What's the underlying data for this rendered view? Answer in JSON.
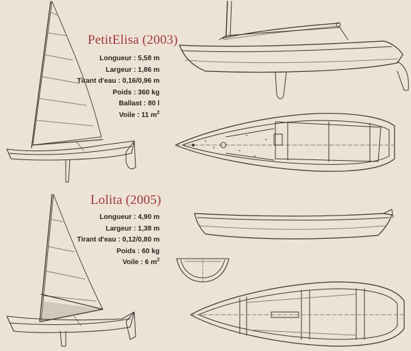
{
  "colors": {
    "background": "#ece3d6",
    "title": "#a0363a",
    "text": "#2a2420",
    "line": "#3a3530",
    "sail_panel": "#a29585"
  },
  "boats": [
    {
      "title": "PetitElisa (2003)",
      "specs": [
        {
          "label": "Longueur",
          "value": "5,58 m"
        },
        {
          "label": "Largeur",
          "value": "1,86 m"
        },
        {
          "label": "Tirant d'eau",
          "value": "0,16/0,96 m"
        },
        {
          "label": "Poids",
          "value": "360 kg"
        },
        {
          "label": "Ballast",
          "value": "80 l"
        },
        {
          "label": "Voile",
          "value": "11 m",
          "superscript": "2"
        }
      ]
    },
    {
      "title": "Lolita (2005)",
      "specs": [
        {
          "label": "Longueur",
          "value": "4,90 m"
        },
        {
          "label": "Largeur",
          "value": "1,38 m"
        },
        {
          "label": "Tirant d'eau",
          "value": "0,12/0,80 m"
        },
        {
          "label": "Poids",
          "value": "60 kg"
        },
        {
          "label": "Voile",
          "value": "6 m",
          "superscript": "2"
        }
      ]
    }
  ]
}
